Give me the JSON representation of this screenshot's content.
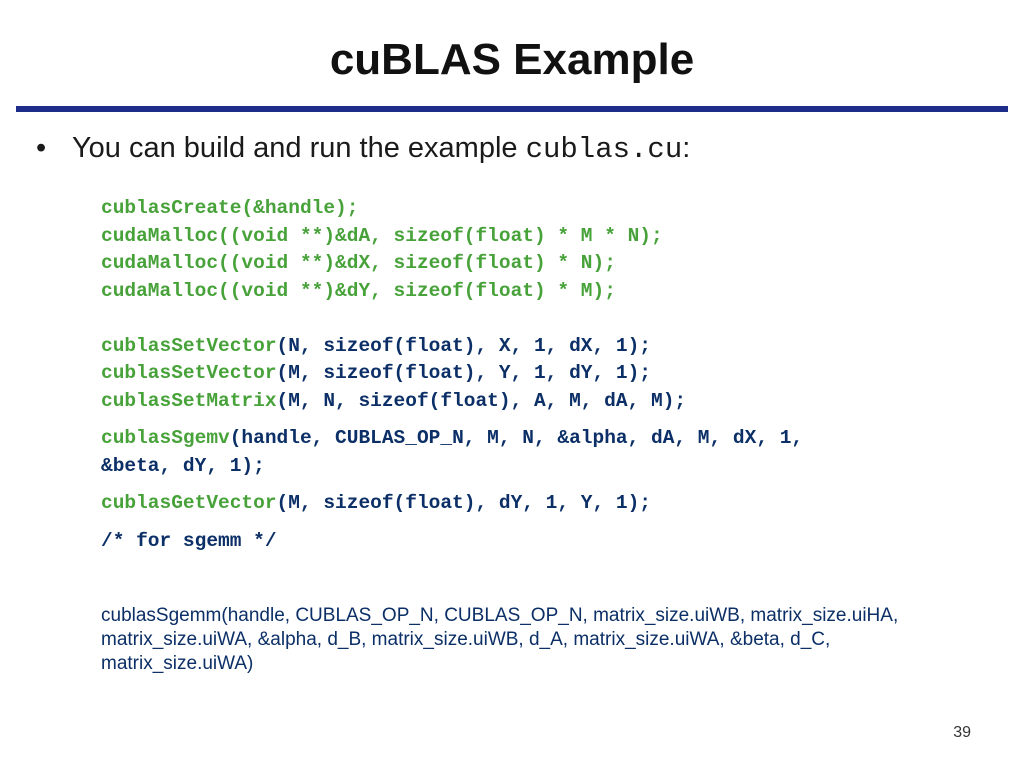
{
  "slide": {
    "title": "cuBLAS Example",
    "accent_color": "#1f2d8a",
    "bullet": {
      "symbol": "•",
      "text_prefix": "You can build and run the example ",
      "code_word": "cublas.cu",
      "text_suffix": ":"
    },
    "code": {
      "create": {
        "fn": "cublasCreate",
        "args": "(&handle);"
      },
      "malloc": [
        {
          "fn": "cudaMalloc",
          "args": "((void **)&dA, sizeof(float) * M * N);"
        },
        {
          "fn": "cudaMalloc",
          "args": "((void **)&dX, sizeof(float) * N);"
        },
        {
          "fn": "cudaMalloc",
          "args": "((void **)&dY, sizeof(float) * M);"
        }
      ],
      "set": [
        {
          "fn": "cublasSetVector",
          "args": "(N, sizeof(float), X, 1, dX, 1);"
        },
        {
          "fn": "cublasSetVector",
          "args": "(M, sizeof(float), Y, 1, dY, 1);"
        },
        {
          "fn": "cublasSetMatrix",
          "args": "(M, N, sizeof(float), A, M, dA, M);"
        }
      ],
      "sgemv": {
        "fn": "cublasSgemv",
        "args_line1": "(handle, CUBLAS_OP_N, M, N, &alpha, dA, M, dX, 1,",
        "args_line2": "&beta, dY, 1);"
      },
      "get": {
        "fn": "cublasGetVector",
        "args": "(M, sizeof(float), dY, 1, Y, 1);"
      },
      "comment": "/* for sgemm */",
      "sgemm": [
        "cublasSgemm(handle, CUBLAS_OP_N, CUBLAS_OP_N, matrix_size.uiWB, matrix_size.uiHA,",
        "matrix_size.uiWA, &alpha, d_B, matrix_size.uiWB, d_A, matrix_size.uiWA, &beta, d_C,",
        "matrix_size.uiWA)"
      ]
    },
    "page_number": "39",
    "colors": {
      "function_green": "#48a23a",
      "code_navy": "#0b2f66",
      "rule_blue": "#1f2d8a"
    }
  }
}
